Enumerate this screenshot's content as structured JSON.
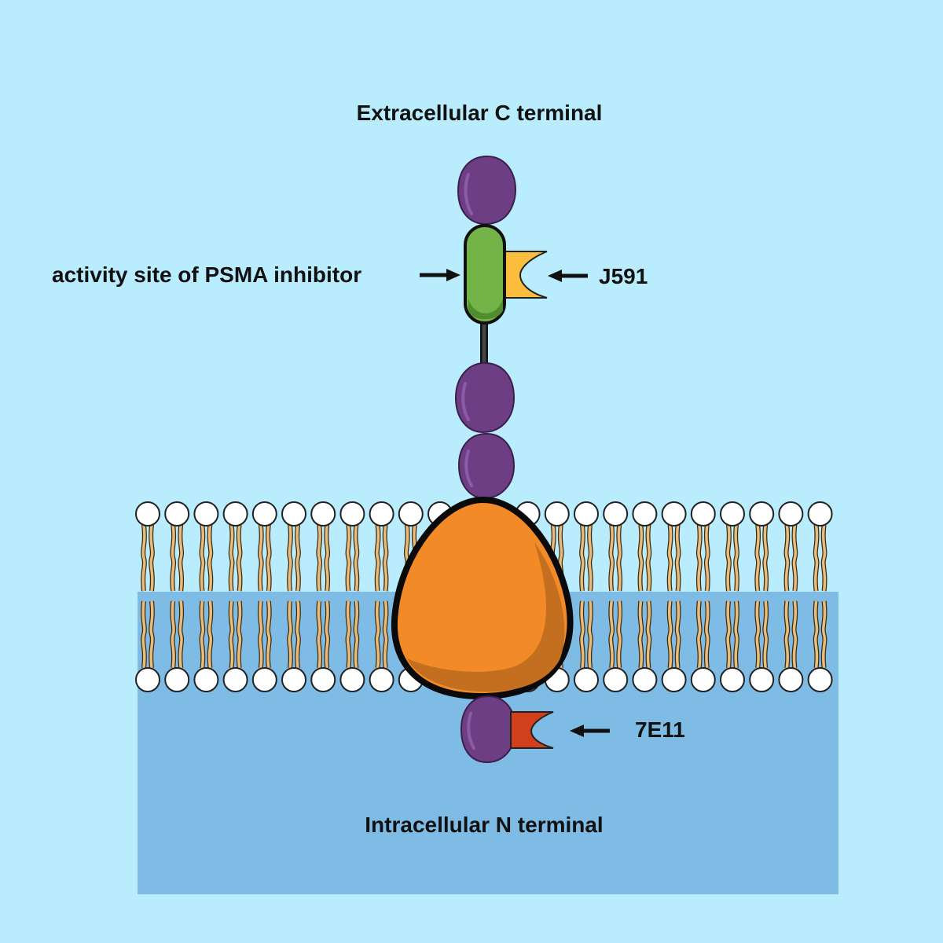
{
  "labels": {
    "extracellular": "Extracellular C terminal",
    "intracellular": "Intracellular N terminal",
    "active_site": "activity site of PSMA inhibitor",
    "j591": "J591",
    "e11": "7E11"
  },
  "colors": {
    "background": "#b9ecfd",
    "intracellular_region": "#7fbce5",
    "domain_purple": "#6d3e84",
    "active_site_green": "#74b347",
    "j591_yellow": "#fbbd3d",
    "e11_red": "#d23f1c",
    "transmembrane_orange": "#f28b27",
    "lipid_head": "#ffffff",
    "lipid_tail": "#e9bc7c"
  }
}
